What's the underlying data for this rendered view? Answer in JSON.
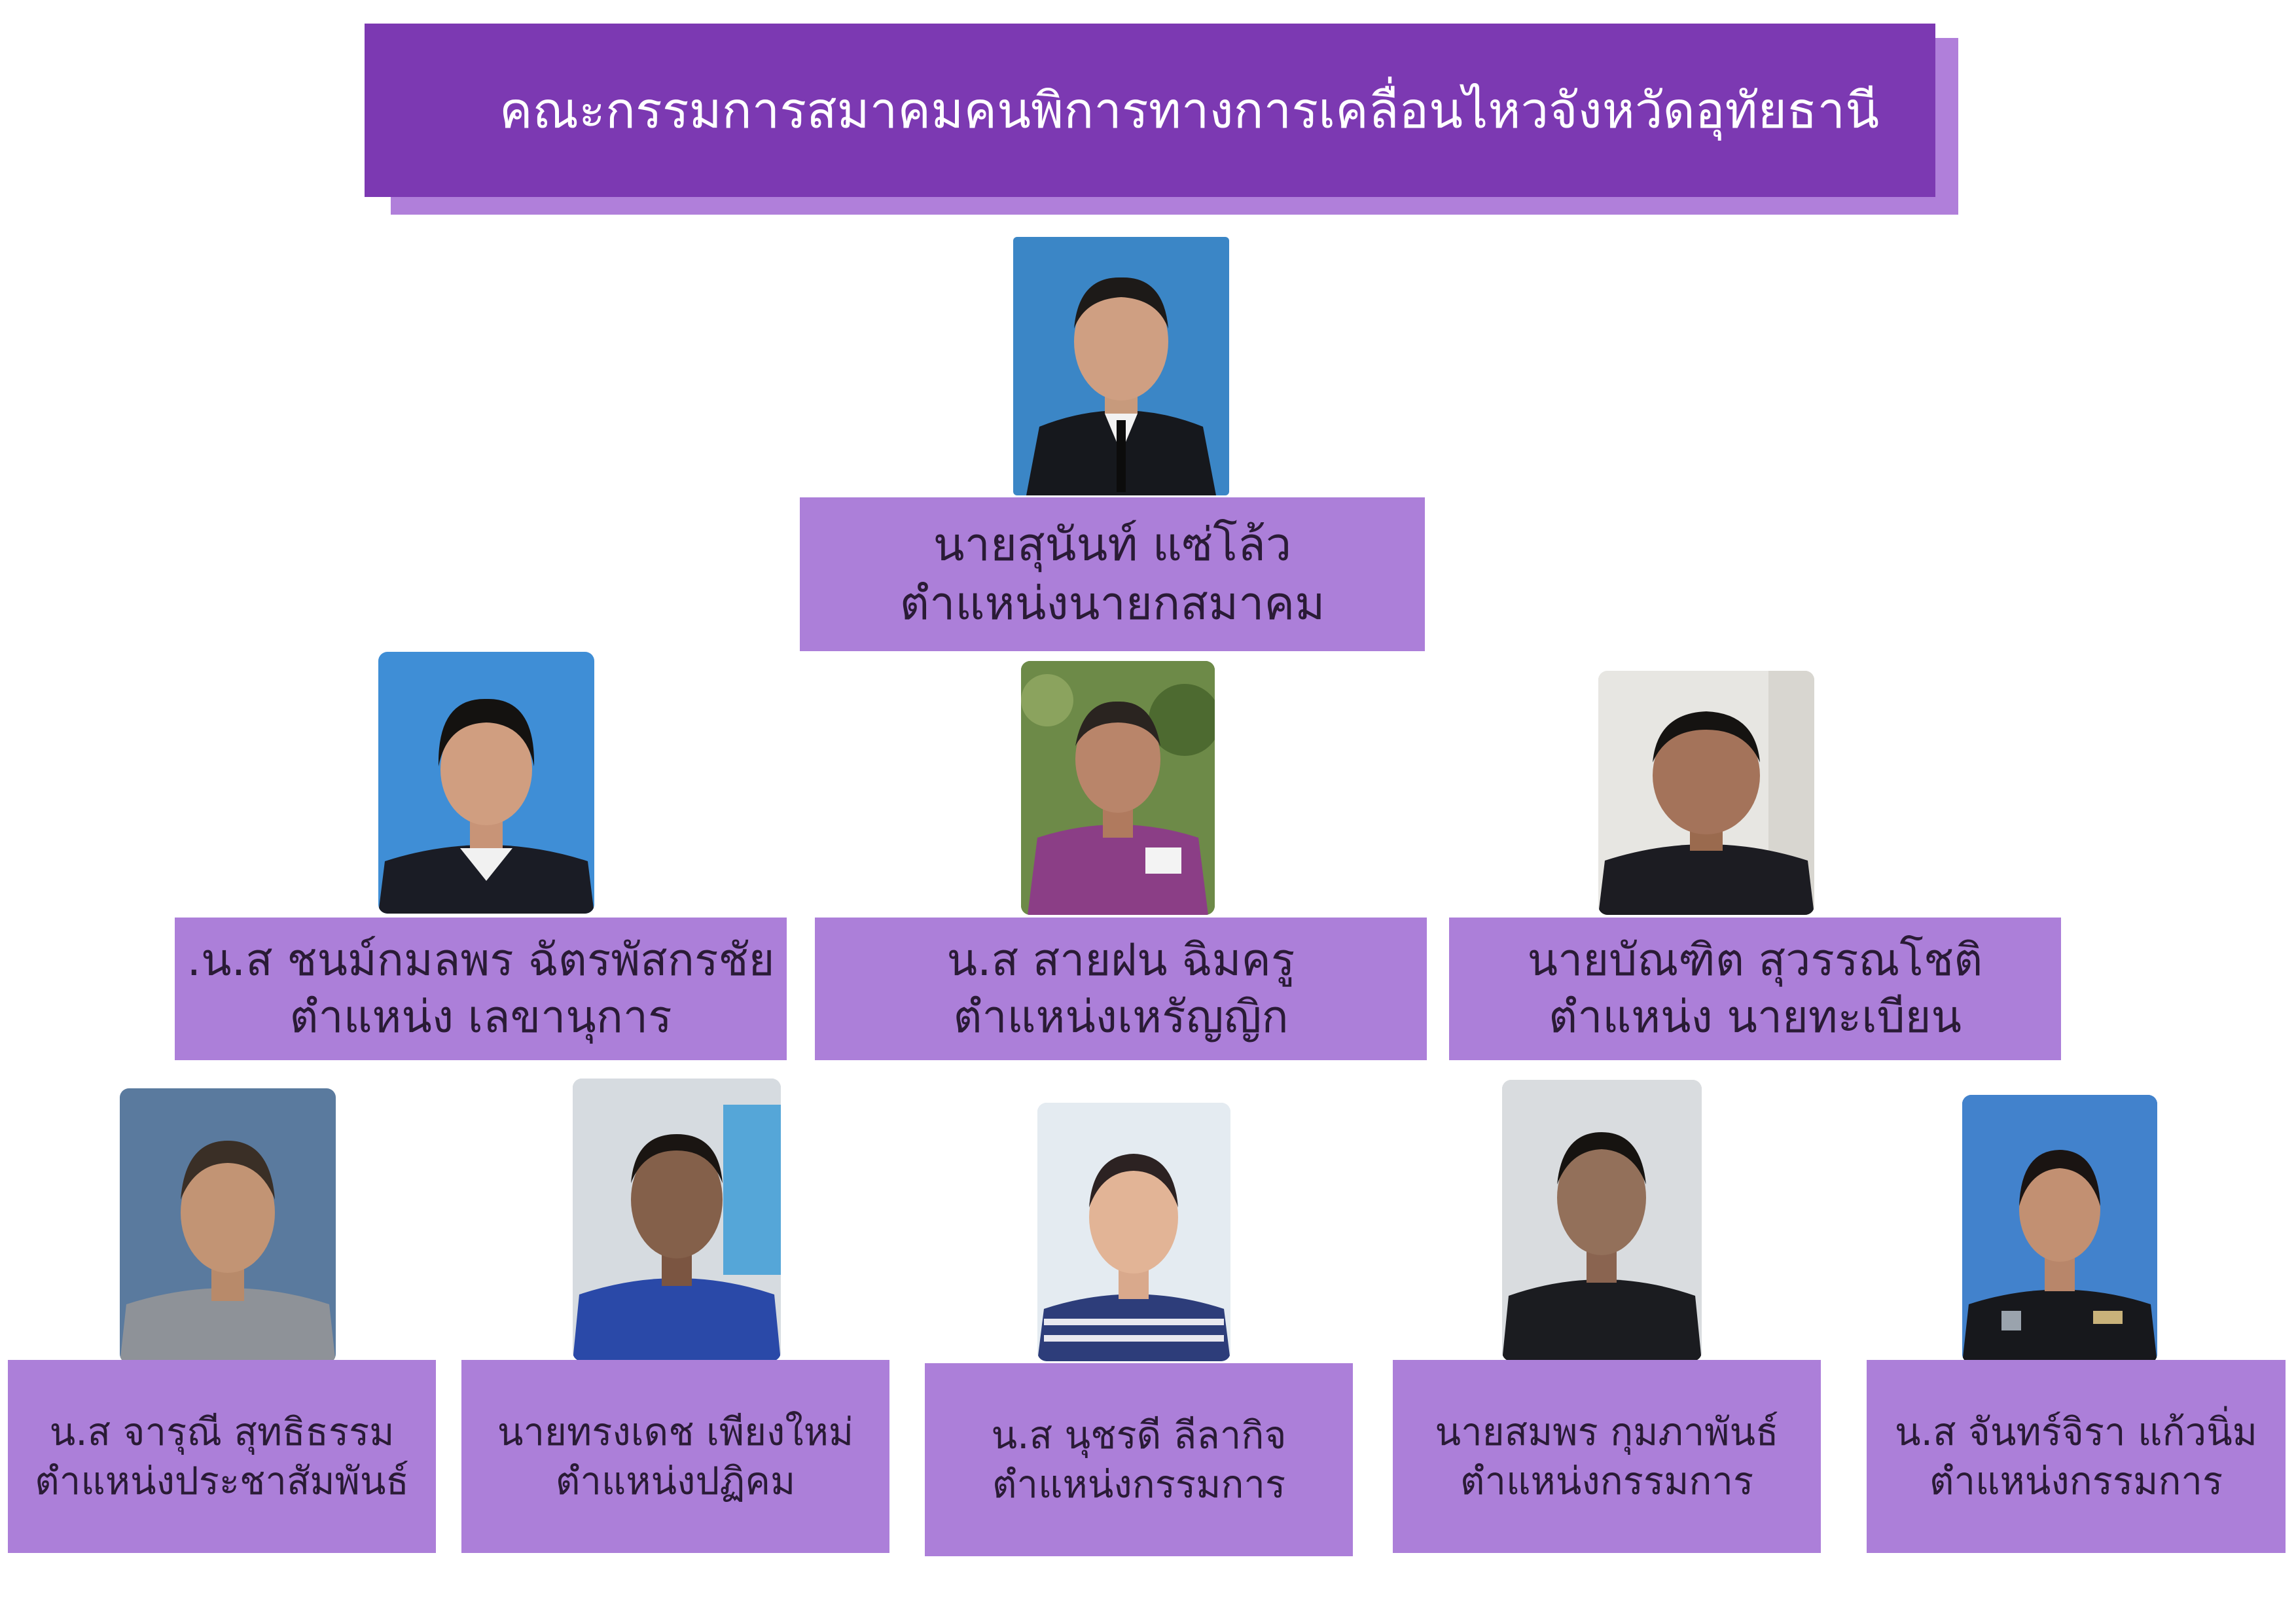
{
  "title": "คณะกรรมการสมาคมคนพิการทางการเคลื่อนไหวจังหวัดอุทัยธานี",
  "colors": {
    "title_bg": "#7c39b2",
    "title_shadow": "#b07fda",
    "box_bg": "#ac7fd9"
  },
  "president": {
    "name": "นายสุนันท์ แซ่โล้ว",
    "position": "ตำแหน่งนายกสมาคม"
  },
  "officers": [
    {
      "name": ".น.ส ชนม์กมลพร ฉัตรพัสกรชัย",
      "position": "ตำแหน่ง เลขานุการ"
    },
    {
      "name": "น.ส สายฝน ฉิมครู",
      "position": "ตำแหน่งเหรัญญิก"
    },
    {
      "name": "นายบัณฑิต สุวรรณโชติ",
      "position": "ตำแหน่ง นายทะเบียน"
    }
  ],
  "members": [
    {
      "name": "น.ส จารุณี สุทธิธรรม",
      "position": "ตำแหน่งประชาสัมพันธ์"
    },
    {
      "name": "นายทรงเดช เพียงใหม่",
      "position": "ตำแหน่งปฏิคม"
    },
    {
      "name": "น.ส นุชรดี ลีลากิจ",
      "position": "ตำแหน่งกรรมการ"
    },
    {
      "name": "นายสมพร กุมภาพันธ์",
      "position": "ตำแหน่งกรรมการ"
    },
    {
      "name": "น.ส จันทร์จิรา แก้วนิ่ม",
      "position": "ตำแหน่งกรรมการ"
    }
  ]
}
